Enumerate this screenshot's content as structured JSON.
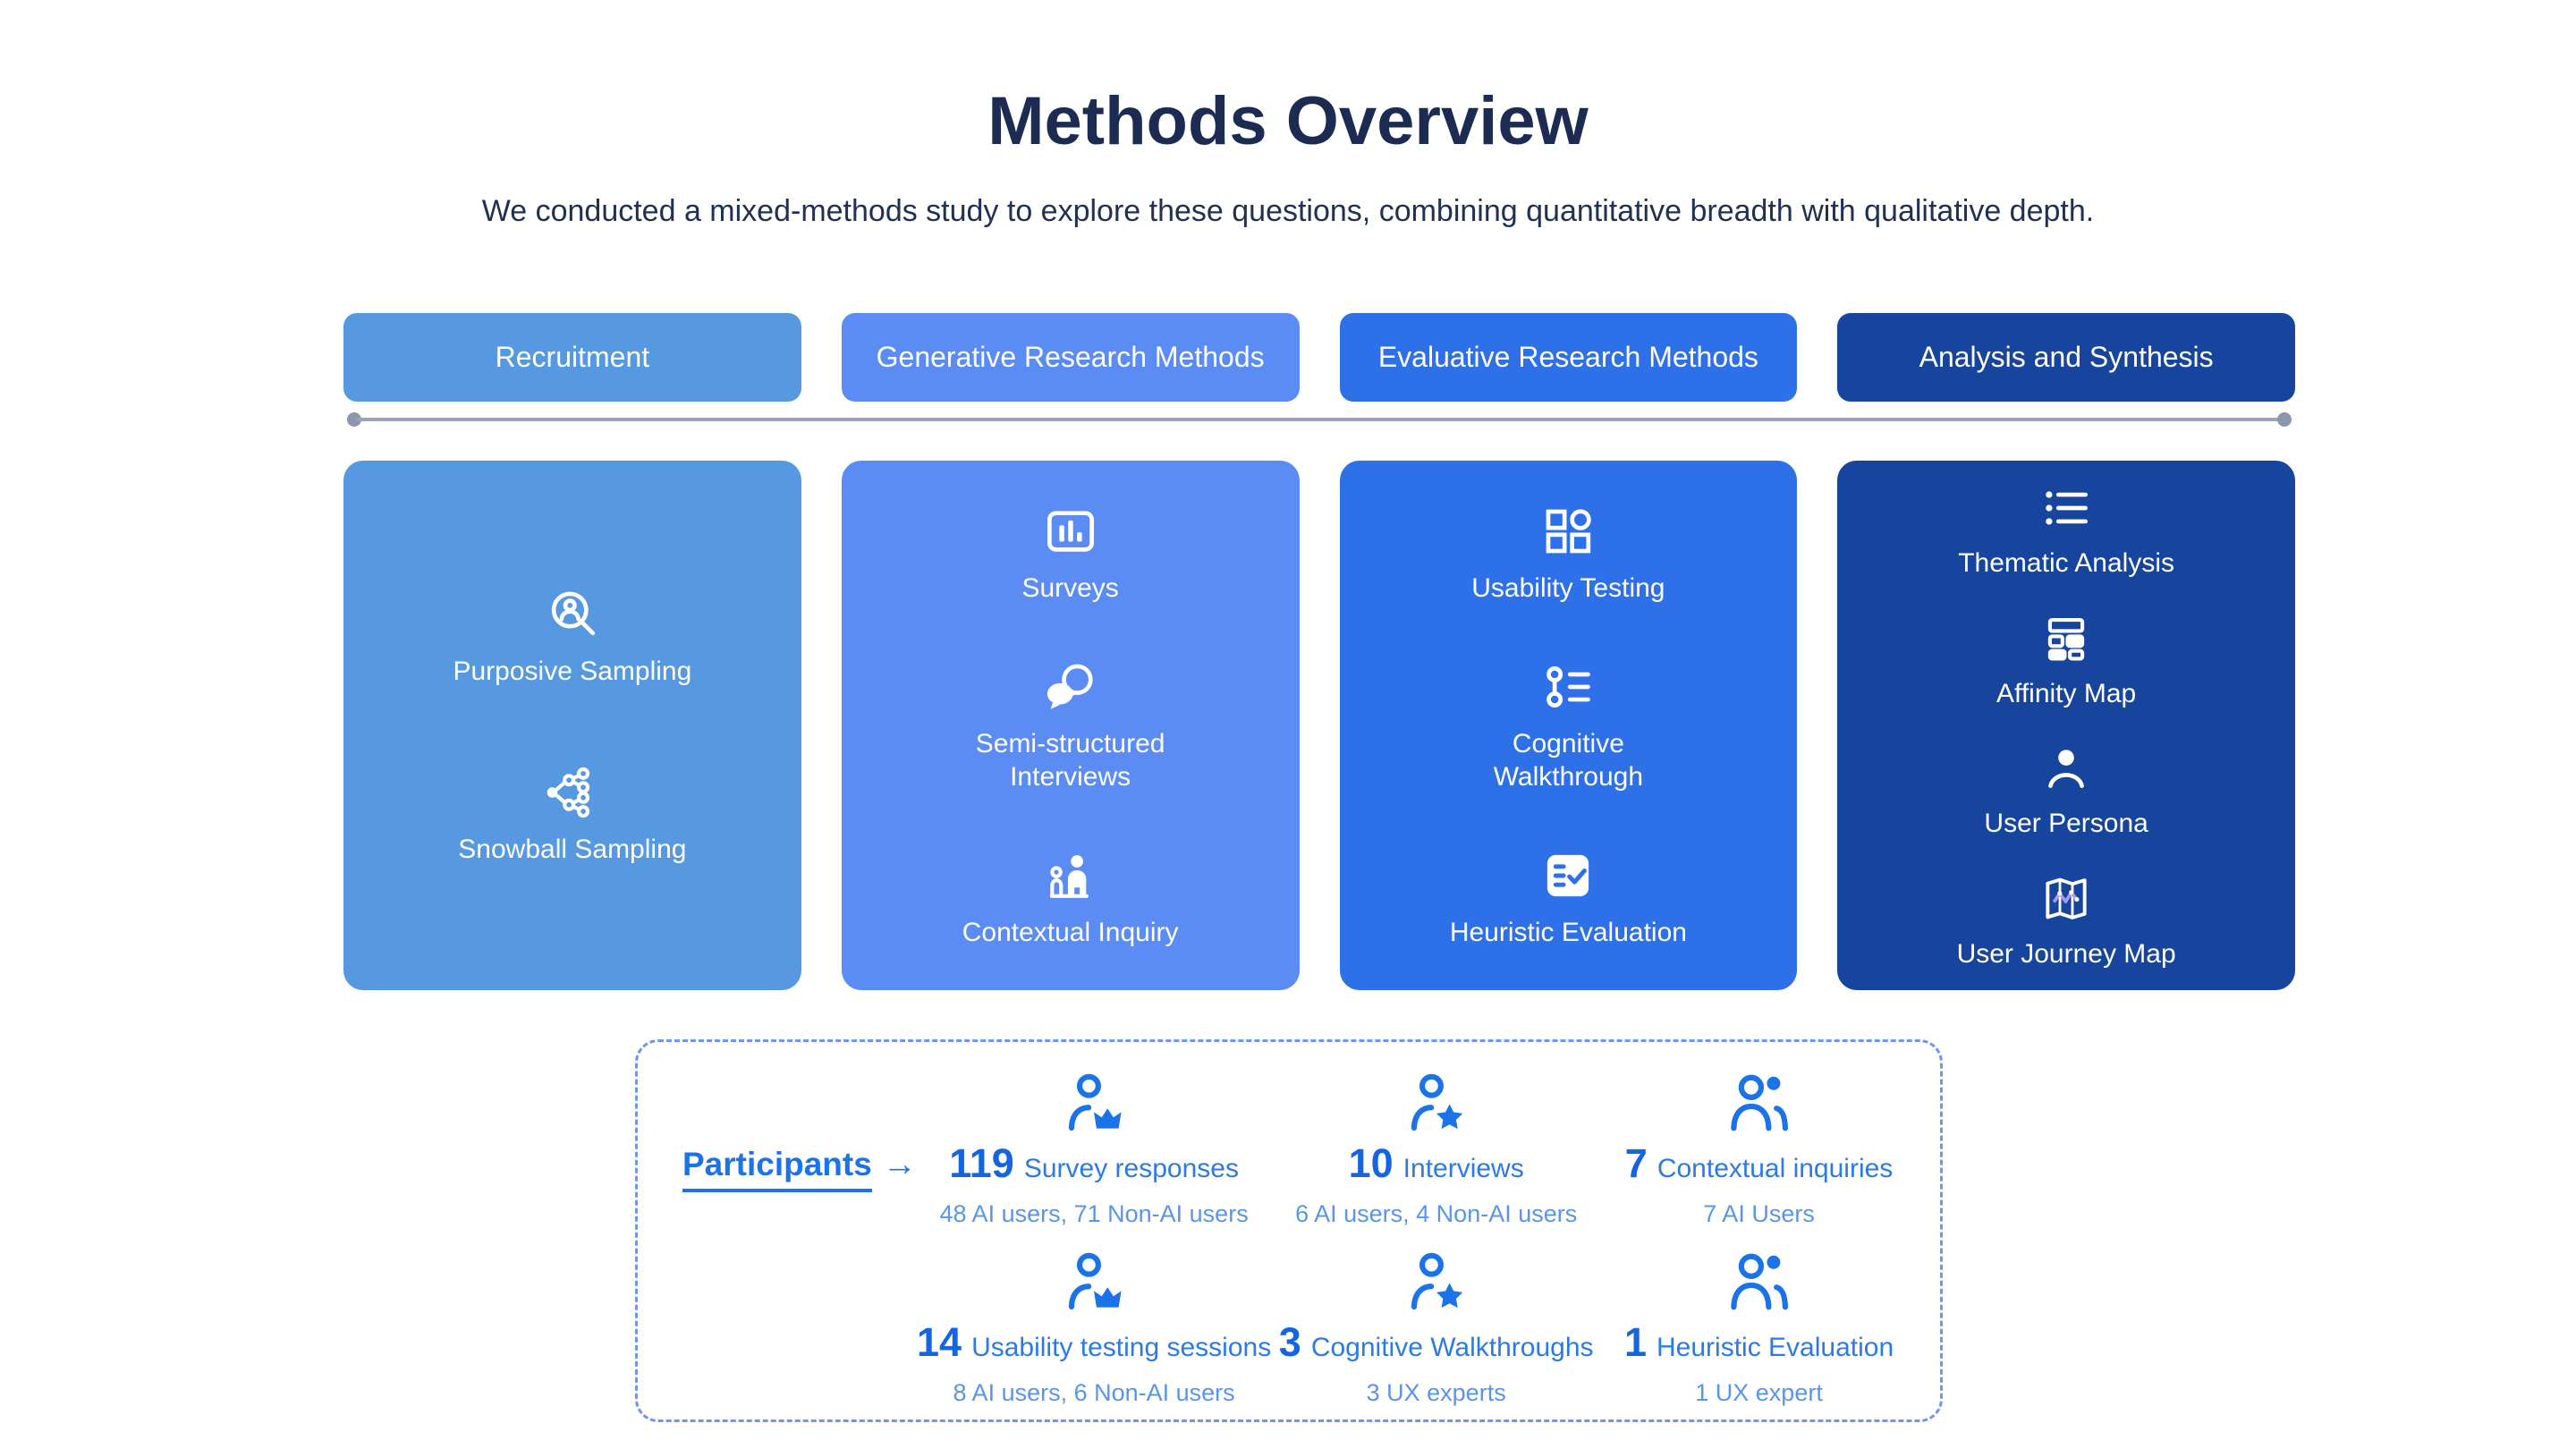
{
  "page": {
    "title": "Methods Overview",
    "subtitle": "We conducted a mixed-methods study to explore these questions, combining quantitative breadth with qualitative depth."
  },
  "column_colors": [
    "#5699e0",
    "#5b8cf4",
    "#2e70e8",
    "#17459e"
  ],
  "accent_blue": "#1a73e8",
  "columns": [
    {
      "header": "Recruitment",
      "items": [
        {
          "icon": "person-search-icon",
          "label": "Purposive Sampling"
        },
        {
          "icon": "network-nodes-icon",
          "label": "Snowball Sampling"
        }
      ]
    },
    {
      "header": "Generative Research Methods",
      "items": [
        {
          "icon": "bar-chart-icon",
          "label": "Surveys"
        },
        {
          "icon": "chat-bubbles-icon",
          "label": "Semi-structured\nInterviews"
        },
        {
          "icon": "people-standing-icon",
          "label": "Contextual Inquiry"
        }
      ]
    },
    {
      "header": "Evaluative Research Methods",
      "items": [
        {
          "icon": "components-icon",
          "label": "Usability Testing"
        },
        {
          "icon": "checklist-nodes-icon",
          "label": "Cognitive\nWalkthrough"
        },
        {
          "icon": "task-check-icon",
          "label": "Heuristic Evaluation"
        }
      ]
    },
    {
      "header": "Analysis and Synthesis",
      "items": [
        {
          "icon": "bullet-list-icon",
          "label": "Thematic Analysis"
        },
        {
          "icon": "affinity-blocks-icon",
          "label": "Affinity Map"
        },
        {
          "icon": "user-icon",
          "label": "User Persona"
        },
        {
          "icon": "map-route-icon",
          "label": "User Journey Map"
        }
      ]
    }
  ],
  "participants": {
    "label": "Participants",
    "arrow": "→",
    "stats": [
      {
        "icon": "person-crown-icon",
        "count": "119",
        "label": "Survey responses",
        "sub": "48 AI users, 71 Non-AI users"
      },
      {
        "icon": "person-star-icon",
        "count": "10",
        "label": "Interviews",
        "sub": "6 AI users, 4 Non-AI users"
      },
      {
        "icon": "people-icon",
        "count": "7",
        "label": "Contextual inquiries",
        "sub": "7 AI Users"
      },
      {
        "icon": "person-crown-icon",
        "count": "14",
        "label": "Usability testing sessions",
        "sub": "8 AI users, 6 Non-AI users"
      },
      {
        "icon": "person-star-icon",
        "count": "3",
        "label": "Cognitive Walkthroughs",
        "sub": "3 UX experts"
      },
      {
        "icon": "people-icon",
        "count": "1",
        "label": "Heuristic Evaluation",
        "sub": "1 UX expert"
      }
    ]
  }
}
